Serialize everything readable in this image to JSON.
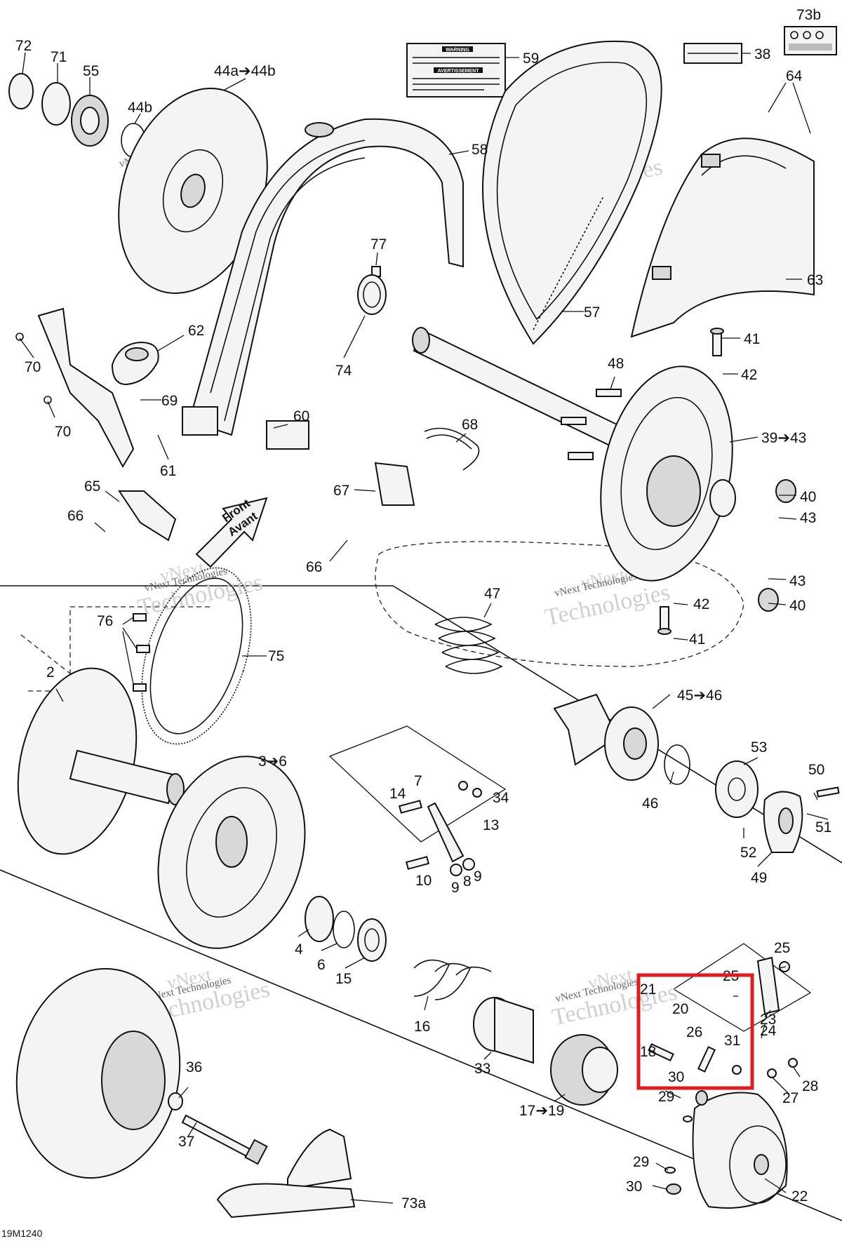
{
  "drawing_ref": "19M1240",
  "front_arrow": {
    "line1": "Front",
    "line2": "Avant"
  },
  "watermark": {
    "line1": "vNext",
    "line2": "Technologies",
    "line3": "vNext Technologies"
  },
  "warning_label": {
    "line1": "WARNING",
    "line2": "AVERTISSEMENT"
  },
  "highlight": {
    "color": "#e01b1b"
  },
  "callouts": {
    "c72": "72",
    "c71": "71",
    "c55": "55",
    "c44ab": "44a➔44b",
    "c44b": "44b",
    "c59": "59",
    "c58": "58",
    "c38": "38",
    "c73b": "73b",
    "c64": "64",
    "c62": "62",
    "c69": "69",
    "c70a": "70",
    "c70b": "70",
    "c61": "61",
    "c60": "60",
    "c77": "77",
    "c74": "74",
    "c57": "57",
    "c63": "63",
    "c41a": "41",
    "c42a": "42",
    "c48": "48",
    "c3943": "39➔43",
    "c68": "68",
    "c67": "67",
    "c65": "65",
    "c66a": "66",
    "c66b": "66",
    "c40a": "40",
    "c43a": "43",
    "c43b": "43",
    "c40b": "40",
    "c42b": "42",
    "c41b": "41",
    "c47": "47",
    "c76": "76",
    "c75": "75",
    "c2": "2",
    "c4546": "45➔46",
    "c53": "53",
    "c36": "3➔6",
    "c7": "7",
    "c14": "14",
    "c34": "34",
    "c13": "13",
    "c10": "10",
    "c9a": "9",
    "c8": "8",
    "c9b": "9",
    "c46": "46",
    "c50": "50",
    "c51": "51",
    "c52": "52",
    "c49": "49",
    "c4": "4",
    "c6": "6",
    "c15": "15",
    "c16": "16",
    "c33": "33",
    "c25a": "25",
    "c25b": "25",
    "c21": "21",
    "c20": "20",
    "c23": "23",
    "c24": "24",
    "c26": "26",
    "c31": "31",
    "c18": "18",
    "c30a": "30",
    "c28": "28",
    "c27": "27",
    "c29a": "29",
    "c1719": "17➔19",
    "c36b": "36",
    "c37": "37",
    "c73a": "73a",
    "c29b": "29",
    "c30b": "30",
    "c22": "22"
  }
}
